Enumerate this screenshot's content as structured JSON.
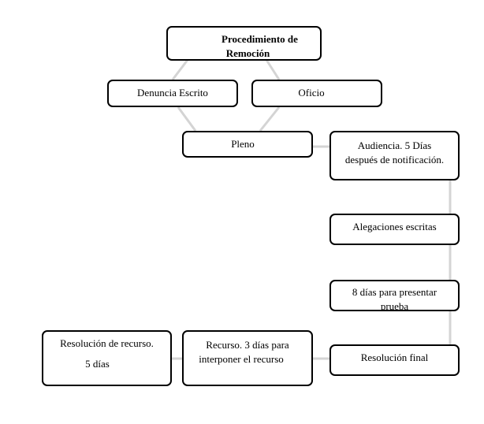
{
  "diagram": {
    "colors": {
      "border": "#000000",
      "connector": "#d4d4d4"
    },
    "nodes": {
      "title": {
        "line1": "Procedimiento de",
        "line2": "Remoción"
      },
      "denuncia": {
        "label": "Denuncia Escrito"
      },
      "oficio": {
        "label": "Oficio"
      },
      "pleno": {
        "label": "Pleno"
      },
      "audiencia": {
        "line1": "Audiencia. 5 Días",
        "line2": "después de notificación."
      },
      "alegaciones": {
        "label": "Alegaciones escritas"
      },
      "ocho_dias": {
        "line1": "8 días para presentar",
        "line2": "prueba"
      },
      "resolucion_final": {
        "label": "Resolución final"
      },
      "recurso": {
        "line1": "Recurso. 3 días para",
        "line2": "interponer el recurso"
      },
      "resolucion_recurso": {
        "line1": "Resolución de recurso.",
        "line2": "5 días"
      }
    }
  }
}
